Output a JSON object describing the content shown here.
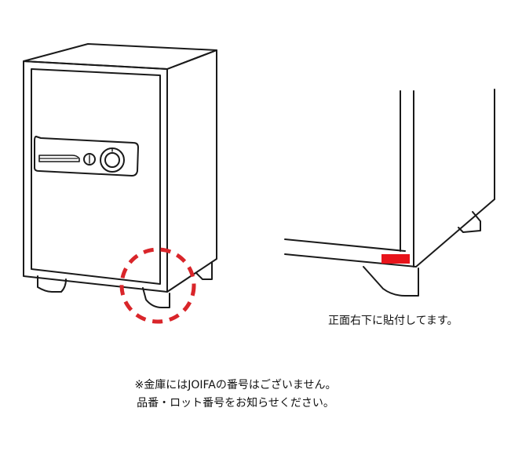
{
  "colors": {
    "line": "#1a1a1a",
    "highlight_circle": "#d9252a",
    "label_sticker": "#e8141b",
    "background": "#ffffff"
  },
  "icons": {
    "left": "safe-with-dial-icon",
    "right": "safe-corner-closeup-icon",
    "highlight": "dashed-circle-highlight-icon"
  },
  "labels": {
    "location_caption": "正面右下に貼付してます。",
    "note_line1": "※金庫にはJOIFAの番号はございません。",
    "note_line2": "品番・ロット番号をお知らせください。"
  }
}
